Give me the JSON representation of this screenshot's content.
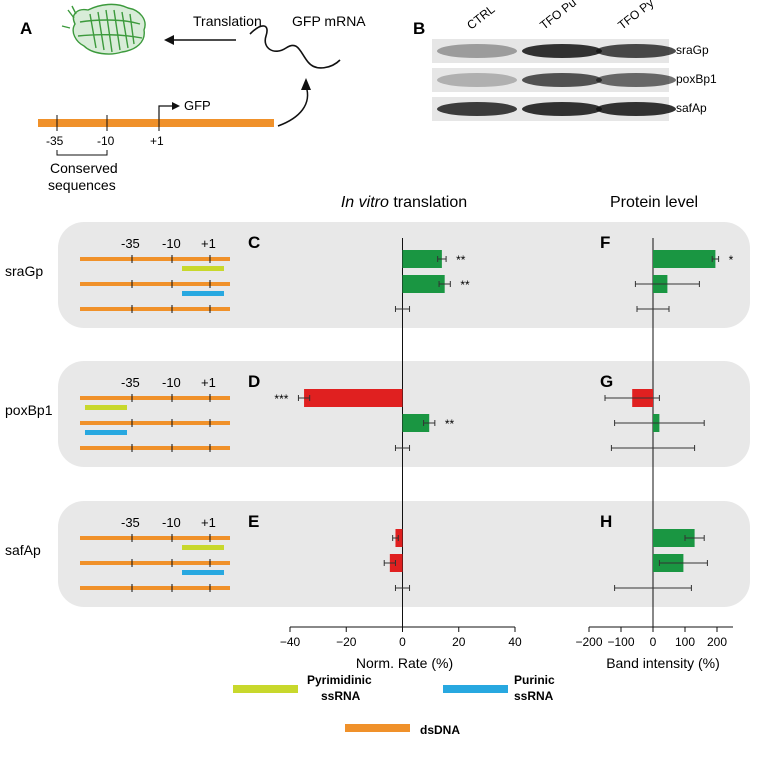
{
  "colors": {
    "dsDNA": "#f0912a",
    "pyrimidinic": "#c8d82c",
    "purinic": "#28a8e0",
    "positive": "#1a9642",
    "negative": "#e02020",
    "panel_bg": "#e8e8e8",
    "gfp_green": "#3c9a3c"
  },
  "panelA": {
    "letter": "A",
    "translation_label": "Translation",
    "mrna_label": "GFP mRNA",
    "gene_label": "GFP",
    "tick_labels": [
      "-35",
      "-10",
      "+1"
    ],
    "conserved_label_1": "Conserved",
    "conserved_label_2": "sequences"
  },
  "panelB": {
    "letter": "B",
    "lanes": [
      "CTRL",
      "TFO Pu",
      "TFO Py"
    ],
    "rows": [
      "sraGp",
      "poxBp1",
      "safAp"
    ]
  },
  "column_titles": {
    "left_italic": "In vitro",
    "left_rest": " translation",
    "right": "Protein level"
  },
  "promoter_rows": [
    {
      "name": "sraGp",
      "left_letter": "C",
      "right_letter": "F",
      "ssrna": [
        "pyrimidinic",
        "purinic"
      ],
      "ssrna_pos": "downstream"
    },
    {
      "name": "poxBp1",
      "left_letter": "D",
      "right_letter": "G",
      "ssrna": [
        "pyrimidinic",
        "purinic"
      ],
      "ssrna_pos": "upstream"
    },
    {
      "name": "safAp",
      "left_letter": "E",
      "right_letter": "H",
      "ssrna": [
        "pyrimidinic",
        "purinic"
      ],
      "ssrna_pos": "downstream"
    }
  ],
  "schematic_ticks": [
    "-35",
    "-10",
    "+1"
  ],
  "chart_data": [
    {
      "type": "bar",
      "orientation": "horizontal",
      "xlabel": "Norm. Rate (%)",
      "xlim": [
        -40,
        40
      ],
      "xticks": [
        "−40",
        "−20",
        "0",
        "20",
        "40"
      ],
      "xtick_values": [
        -40,
        -20,
        0,
        20,
        40
      ],
      "groups": [
        {
          "panel": "C",
          "promoter": "sraGp",
          "bars": [
            {
              "condition": "pyrimidinic",
              "value": 14,
              "error": 1.5,
              "sig": "**"
            },
            {
              "condition": "purinic",
              "value": 15,
              "error": 2,
              "sig": "**"
            },
            {
              "condition": "dsDNA",
              "value": 0,
              "error": 2.5,
              "sig": ""
            }
          ]
        },
        {
          "panel": "D",
          "promoter": "poxBp1",
          "bars": [
            {
              "condition": "pyrimidinic",
              "value": -35,
              "error": 2,
              "sig": "***"
            },
            {
              "condition": "purinic",
              "value": 9.5,
              "error": 2,
              "sig": "**"
            },
            {
              "condition": "dsDNA",
              "value": 0,
              "error": 2.5,
              "sig": ""
            }
          ]
        },
        {
          "panel": "E",
          "promoter": "safAp",
          "bars": [
            {
              "condition": "pyrimidinic",
              "value": -2.5,
              "error": 1,
              "sig": ""
            },
            {
              "condition": "purinic",
              "value": -4.5,
              "error": 2,
              "sig": ""
            },
            {
              "condition": "dsDNA",
              "value": 0,
              "error": 2.5,
              "sig": ""
            }
          ]
        }
      ]
    },
    {
      "type": "bar",
      "orientation": "horizontal",
      "xlabel": "Band intensity (%)",
      "xlim": [
        -200,
        250
      ],
      "xticks": [
        "−200",
        "−100",
        "0",
        "100",
        "200"
      ],
      "xtick_values": [
        -200,
        -100,
        0,
        100,
        200
      ],
      "groups": [
        {
          "panel": "F",
          "promoter": "sraGp",
          "bars": [
            {
              "condition": "pyrimidinic",
              "value": 195,
              "error": 10,
              "sig": "*"
            },
            {
              "condition": "purinic",
              "value": 45,
              "error": 100,
              "sig": ""
            },
            {
              "condition": "dsDNA",
              "value": 0,
              "error": 50,
              "sig": ""
            }
          ]
        },
        {
          "panel": "G",
          "promoter": "poxBp1",
          "bars": [
            {
              "condition": "pyrimidinic",
              "value": -65,
              "error": 85,
              "sig": ""
            },
            {
              "condition": "purinic",
              "value": 20,
              "error": 140,
              "sig": ""
            },
            {
              "condition": "dsDNA",
              "value": 0,
              "error": 130,
              "sig": ""
            }
          ]
        },
        {
          "panel": "H",
          "promoter": "safAp",
          "bars": [
            {
              "condition": "pyrimidinic",
              "value": 130,
              "error": 30,
              "sig": ""
            },
            {
              "condition": "purinic",
              "value": 95,
              "error": 75,
              "sig": ""
            },
            {
              "condition": "dsDNA",
              "value": 0,
              "error": 120,
              "sig": ""
            }
          ]
        }
      ]
    }
  ],
  "legend": [
    {
      "key": "pyrimidinic",
      "line1": "Pyrimidinic",
      "line2": "ssRNA"
    },
    {
      "key": "purinic",
      "line1": "Purinic",
      "line2": "ssRNA"
    },
    {
      "key": "dsDNA",
      "line1": "dsDNA",
      "line2": ""
    }
  ]
}
